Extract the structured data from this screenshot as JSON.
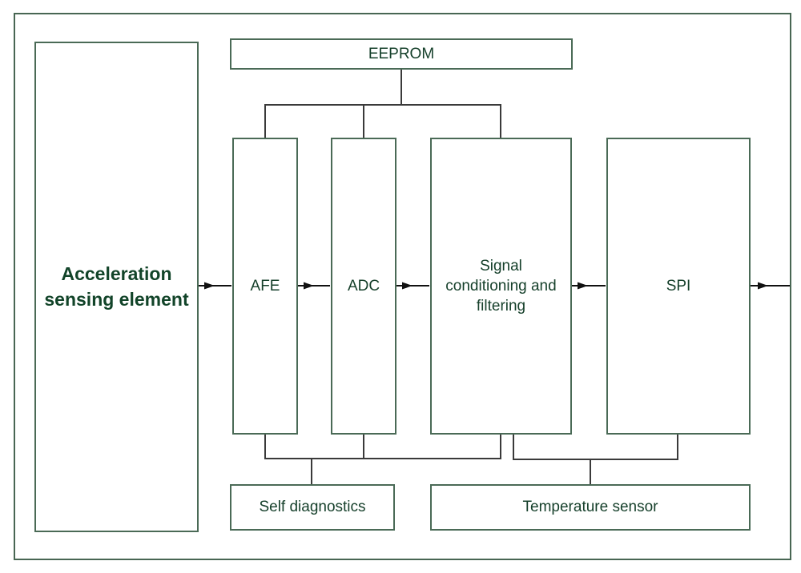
{
  "diagram": {
    "boxes": {
      "acceleration": {
        "label": "Acceleration sensing element"
      },
      "eeprom": {
        "label": "EEPROM"
      },
      "afe": {
        "label": "AFE"
      },
      "adc": {
        "label": "ADC"
      },
      "signal": {
        "label": "Signal conditioning and filtering"
      },
      "spi": {
        "label": "SPI"
      },
      "self_diag": {
        "label": "Self diagnostics"
      },
      "temp": {
        "label": "Temperature sensor"
      }
    },
    "connections": [
      {
        "from": "Acceleration sensing element",
        "to": "AFE",
        "type": "arrow"
      },
      {
        "from": "AFE",
        "to": "ADC",
        "type": "arrow"
      },
      {
        "from": "ADC",
        "to": "Signal conditioning and filtering",
        "type": "arrow"
      },
      {
        "from": "Signal conditioning and filtering",
        "to": "SPI",
        "type": "arrow"
      },
      {
        "from": "SPI",
        "to": "output (right edge)",
        "type": "arrow"
      },
      {
        "from": "EEPROM",
        "to": "AFE; ADC; Signal conditioning and filtering",
        "type": "bus-line"
      },
      {
        "from": "Self diagnostics",
        "to": "AFE; ADC; Signal conditioning and filtering",
        "type": "bus-line"
      },
      {
        "from": "Temperature sensor",
        "to": "Signal conditioning and filtering; SPI",
        "type": "bus-line"
      }
    ],
    "colors": {
      "box_border": "#4a6a56",
      "outer_border": "#486653",
      "label_text": "#16402b",
      "title_text": "#124429",
      "bus_line": "#3a3a3a",
      "arrow": "#111111",
      "background": "#ffffff"
    }
  }
}
